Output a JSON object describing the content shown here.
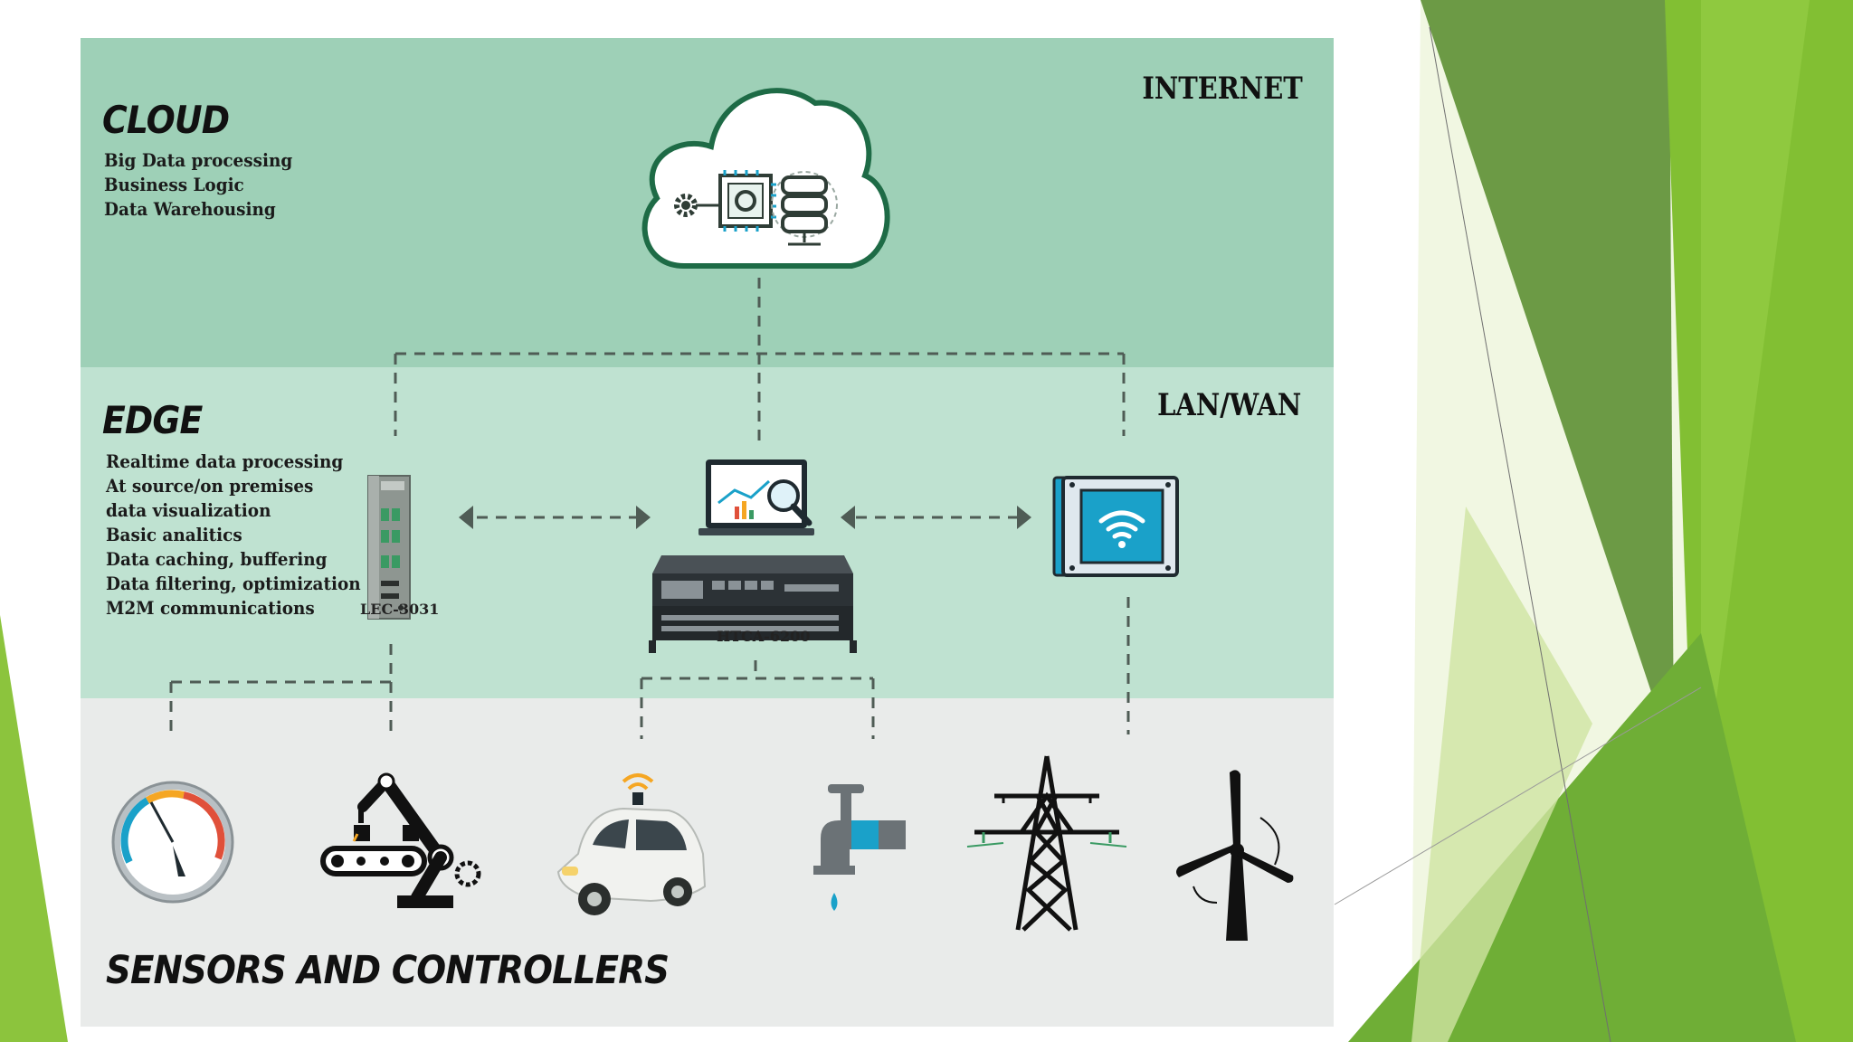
{
  "cloud": {
    "heading": "CLOUD",
    "items": [
      "Big Data processing",
      "Business Logic",
      "Data Warehousing"
    ],
    "zone_label": "INTERNET"
  },
  "edge": {
    "heading": "EDGE",
    "items": [
      "Realtime data processing",
      "At source/on premises",
      "data visualization",
      "Basic analitics",
      "Data caching, buffering",
      "Data filtering, optimization",
      "M2M communications"
    ],
    "zone_label": "LAN/WAN",
    "devices": {
      "gateway": "LEC-3031",
      "server": "HTCA-6200"
    }
  },
  "sensors": {
    "heading": "SENSORS AND CONTROLLERS",
    "icons": [
      "gauge-icon",
      "robot-arm-icon",
      "autonomous-car-icon",
      "water-tap-icon",
      "power-pylon-icon",
      "wind-turbine-icon"
    ]
  },
  "colors": {
    "cloud_band": "#9ed0b7",
    "edge_band": "#bfe2d1",
    "sensor_band": "#e9ebea",
    "cloud_outline": "#1e6b46",
    "accent_blue": "#1aa1c9",
    "slide_green": "#7bb83a"
  }
}
